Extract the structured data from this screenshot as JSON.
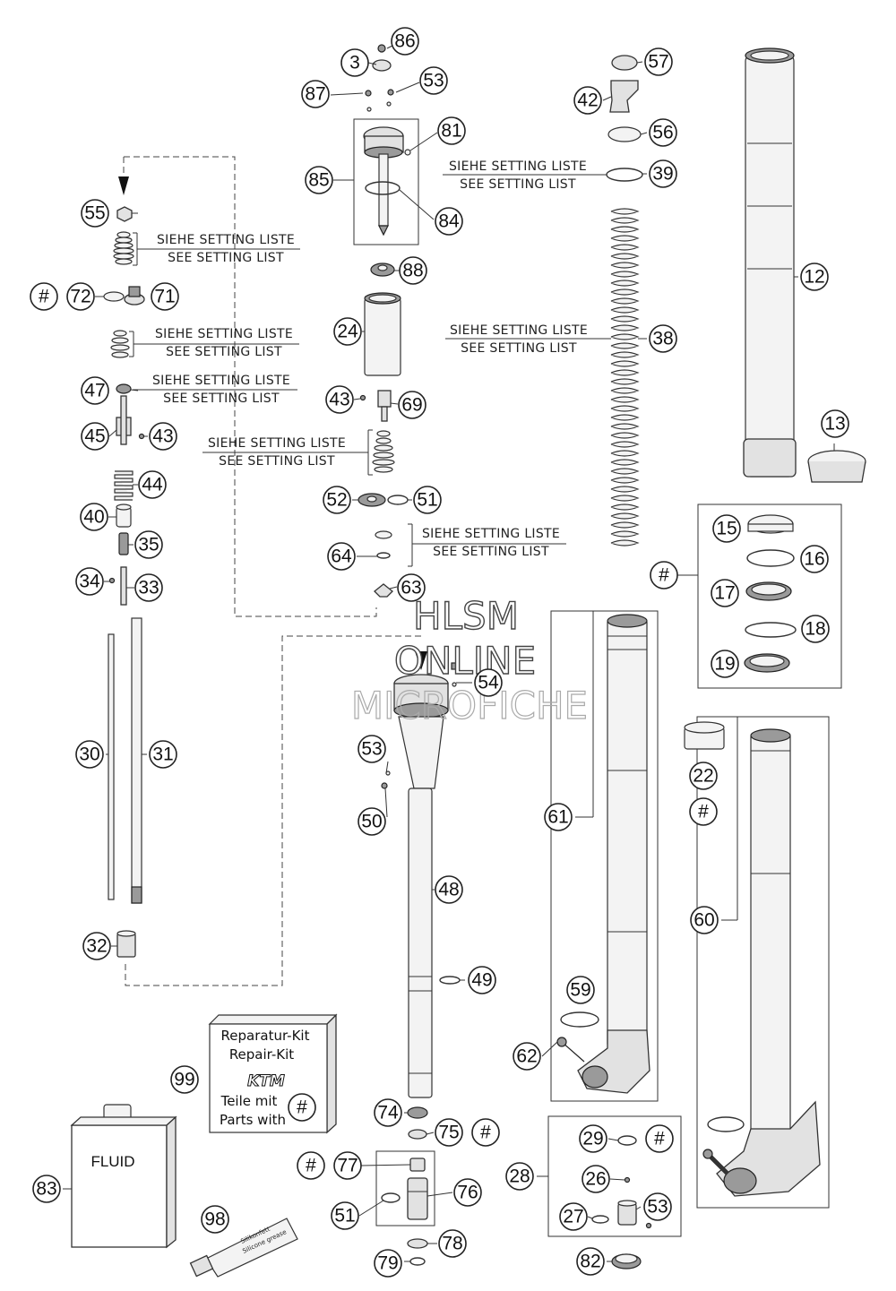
{
  "setting_label": {
    "de": "SIEHE SETTING LISTE",
    "en": "SEE SETTING LIST"
  },
  "hash_symbol": "#",
  "watermark": {
    "line1": "HLSM",
    "line2": "ONLINE",
    "line3": "MICROFICHE"
  },
  "repair_kit": {
    "line1": "Reparatur-Kit",
    "line2": "Repair-Kit",
    "logo": "KTM",
    "line3": "Teile mit",
    "line4": "Parts with"
  },
  "fluid_label": "FLUID",
  "grease_label": "Silikonfett",
  "grease_label2": "Silicone grease",
  "callouts": [
    "3",
    "12",
    "13",
    "15",
    "16",
    "17",
    "18",
    "19",
    "22",
    "24",
    "26",
    "27",
    "28",
    "29",
    "30",
    "31",
    "32",
    "33",
    "34",
    "35",
    "38",
    "39",
    "40",
    "42",
    "43",
    "44",
    "45",
    "47",
    "48",
    "49",
    "50",
    "51",
    "52",
    "53",
    "54",
    "55",
    "56",
    "57",
    "59",
    "60",
    "61",
    "62",
    "63",
    "64",
    "69",
    "71",
    "72",
    "74",
    "75",
    "76",
    "77",
    "78",
    "79",
    "81",
    "82",
    "83",
    "84",
    "85",
    "86",
    "87",
    "88",
    "98",
    "99"
  ]
}
